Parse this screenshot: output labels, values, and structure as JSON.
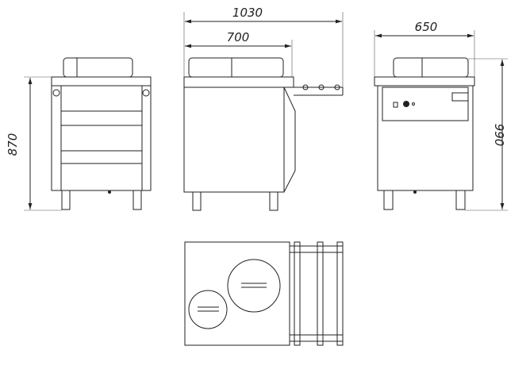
{
  "dimensions": {
    "height_front": "870",
    "length_total": "1030",
    "length_body": "700",
    "width": "650",
    "height_total": "990"
  }
}
